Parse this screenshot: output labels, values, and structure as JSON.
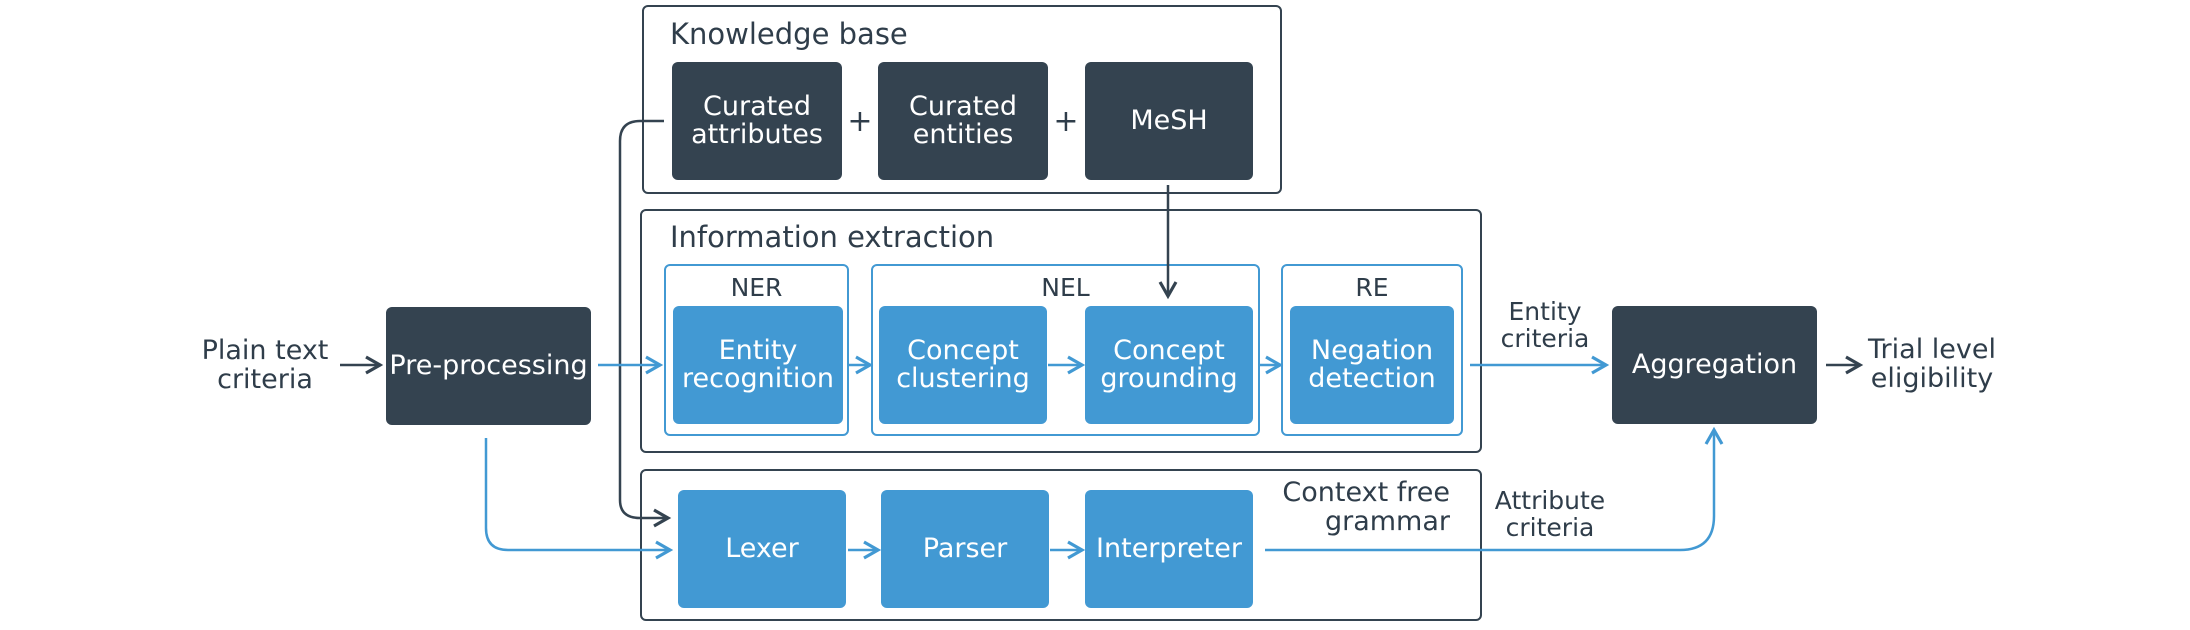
{
  "knowledge_base": {
    "title": "Knowledge base",
    "items": [
      "Curated\nattributes",
      "Curated\nentities",
      "MeSH"
    ],
    "plus": "+"
  },
  "information_extraction": {
    "title": "Information extraction",
    "groups": [
      "NER",
      "NEL",
      "RE"
    ],
    "steps": [
      "Entity\nrecognition",
      "Concept\nclustering",
      "Concept\ngrounding",
      "Negation\ndetection"
    ]
  },
  "grammar": {
    "title": "Context free\ngrammar",
    "steps": [
      "Lexer",
      "Parser",
      "Interpreter"
    ]
  },
  "input_label": "Plain text\ncriteria",
  "preprocessing": "Pre-processing",
  "entity_criteria": "Entity\ncriteria",
  "attribute_criteria": "Attribute\ncriteria",
  "aggregation": "Aggregation",
  "output_label": "Trial level\neligibility",
  "colors": {
    "dark": "#344350",
    "blue": "#4299d3",
    "outline": "#344350"
  }
}
